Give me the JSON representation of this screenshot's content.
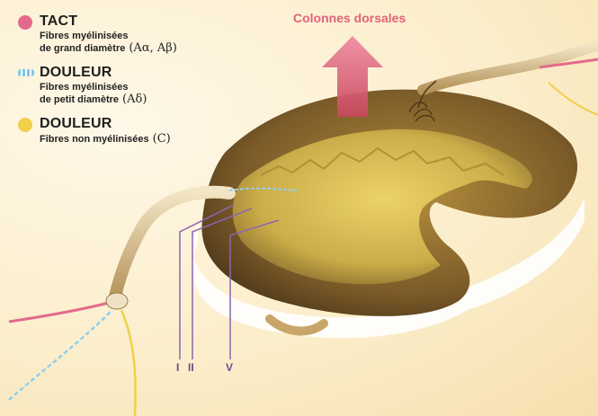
{
  "legend": {
    "items": [
      {
        "title": "TACT",
        "line1": "Fibres myélinisées",
        "line2": "de grand diamètre",
        "tag": "(Aα, Aβ)",
        "color": "#e46a8c",
        "icon": "pink-dot-icon"
      },
      {
        "title": "DOULEUR",
        "line1": "Fibres myélinisées",
        "line2": "de petit diamètre",
        "tag": "(Aδ)",
        "color": "#7ec7e8",
        "icon": "blue-striped-icon"
      },
      {
        "title": "DOULEUR",
        "line1": "Fibres non myélinisées",
        "line2": "",
        "tag": "(C)",
        "color": "#f0d04a",
        "icon": "yellow-dot-icon"
      }
    ]
  },
  "diagram": {
    "arrow_label": "Colonnes dorsales",
    "laminae": [
      "I",
      "II",
      "V"
    ]
  },
  "colors": {
    "arrow": "#e2637a",
    "grey_matter": "#c9a93b",
    "white_matter": "#8a6a30",
    "lamina_line": "#8a66b0"
  }
}
